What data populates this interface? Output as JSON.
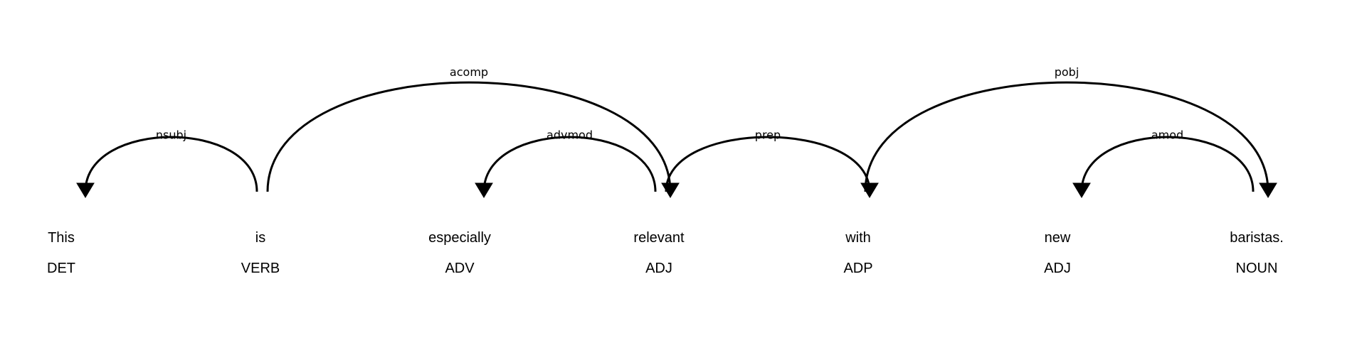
{
  "tokens": [
    {
      "text": "This",
      "tag": "DET"
    },
    {
      "text": "is",
      "tag": "VERB"
    },
    {
      "text": "especially",
      "tag": "ADV"
    },
    {
      "text": "relevant",
      "tag": "ADJ"
    },
    {
      "text": "with",
      "tag": "ADP"
    },
    {
      "text": "new",
      "tag": "ADJ"
    },
    {
      "text": "baristas.",
      "tag": "NOUN"
    }
  ],
  "arcs": [
    {
      "label": "nsubj",
      "head": 1,
      "dep": 0
    },
    {
      "label": "acomp",
      "head": 1,
      "dep": 3
    },
    {
      "label": "advmod",
      "head": 3,
      "dep": 2
    },
    {
      "label": "prep",
      "head": 3,
      "dep": 4
    },
    {
      "label": "pobj",
      "head": 4,
      "dep": 6
    },
    {
      "label": "amod",
      "head": 6,
      "dep": 5
    }
  ]
}
